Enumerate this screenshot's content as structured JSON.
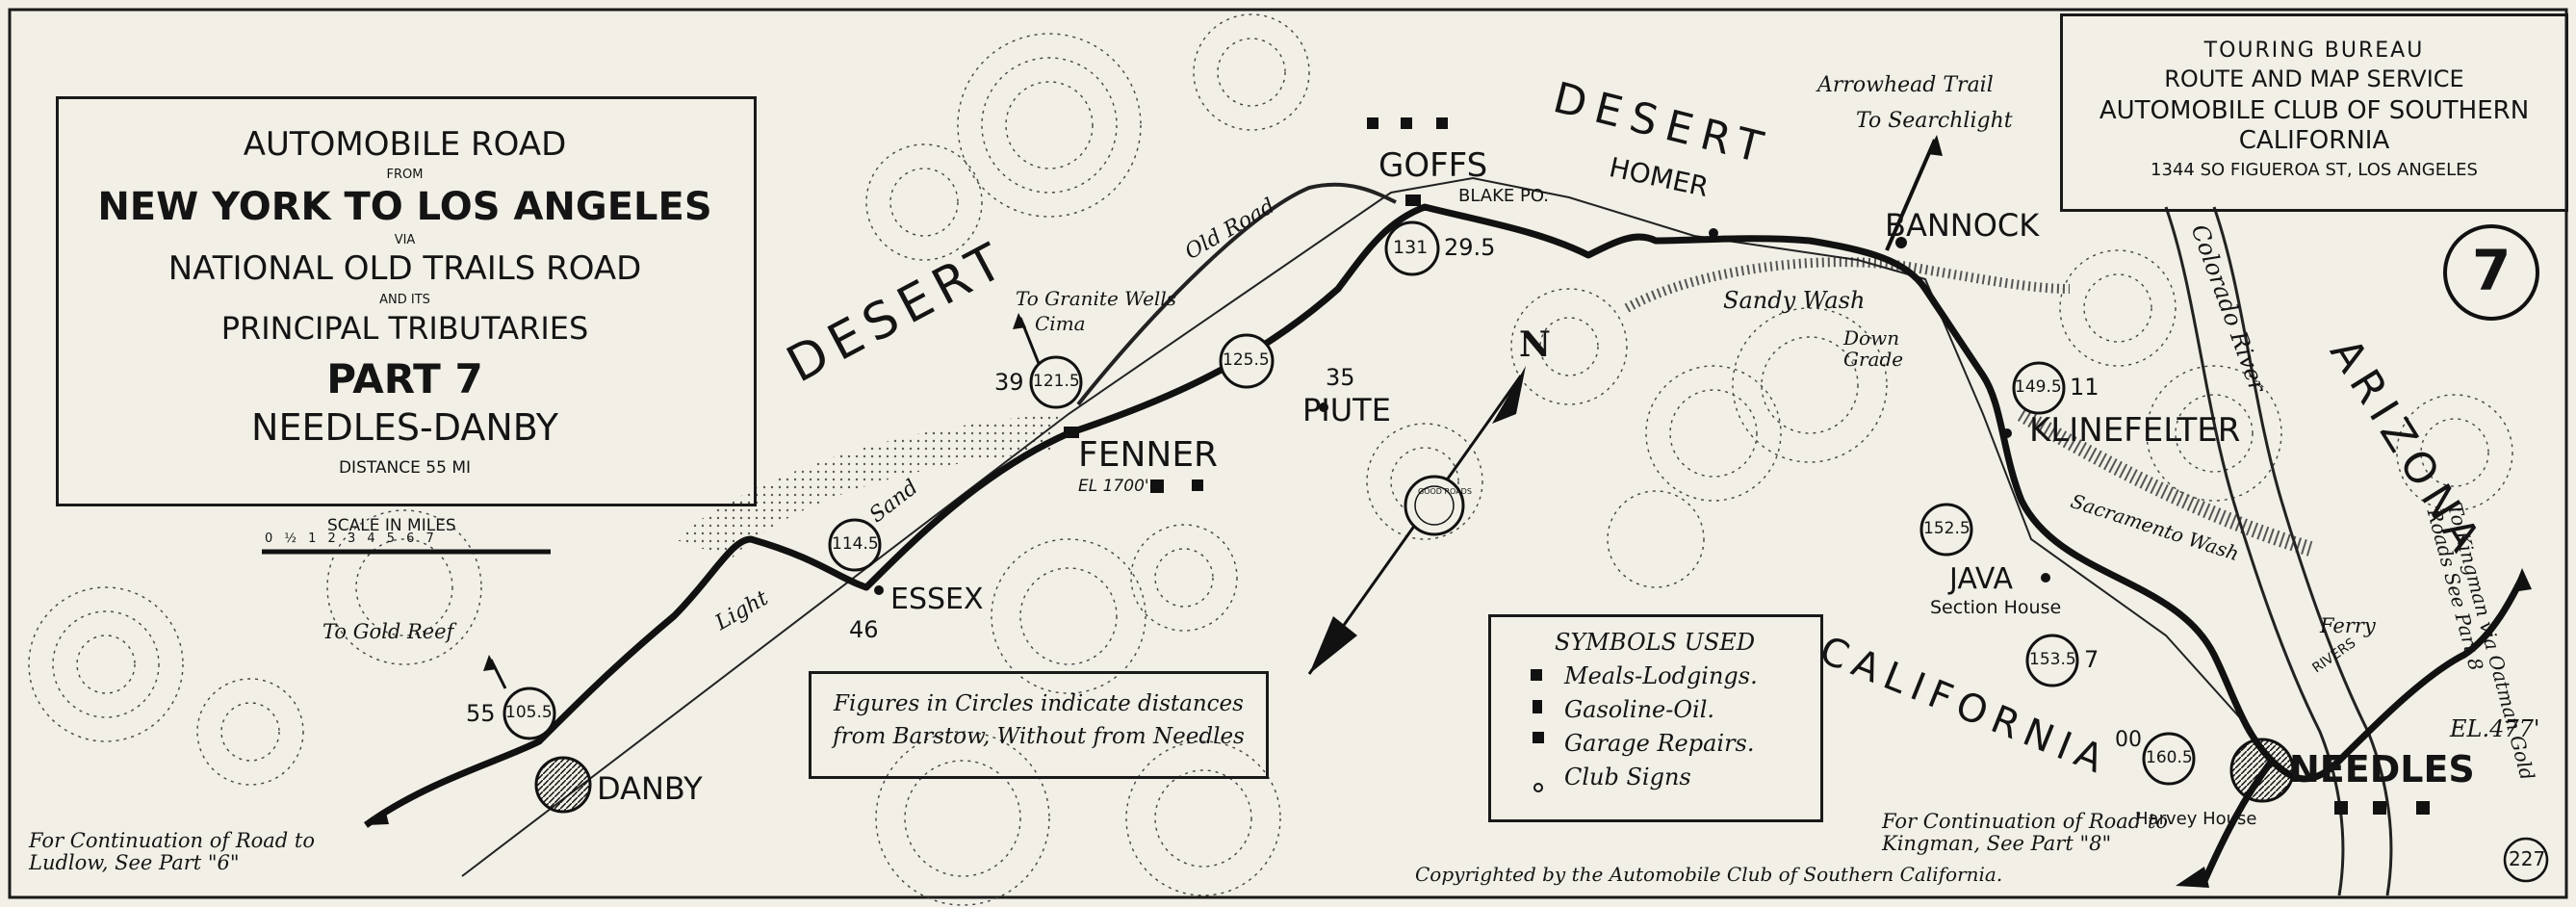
{
  "title_block": {
    "line1": "AUTOMOBILE ROAD",
    "from": "FROM",
    "route": "NEW YORK TO LOS ANGELES",
    "via": "VIA",
    "road": "NATIONAL OLD TRAILS ROAD",
    "and_its": "AND ITS",
    "tributaries": "PRINCIPAL TRIBUTARIES",
    "part": "PART 7",
    "section": "NEEDLES-DANBY",
    "distance": "DISTANCE 55 MI"
  },
  "publisher": {
    "line1": "TOURING BUREAU",
    "line2": "ROUTE AND MAP SERVICE",
    "line3": "AUTOMOBILE CLUB OF SOUTHERN",
    "line4": "CALIFORNIA",
    "address": "1344 SO FIGUEROA ST, LOS ANGELES"
  },
  "part_badge": "7",
  "page_number": "227",
  "scale": {
    "label": "SCALE IN MILES",
    "ticks": "0 ½ 1 2 3 4 5 6 7"
  },
  "legend": {
    "title": "SYMBOLS USED",
    "items": [
      "Meals-Lodgings.",
      "Gasoline-Oil.",
      "Garage Repairs.",
      "Club Signs"
    ]
  },
  "note": {
    "line1": "Figures in Circles indicate distances",
    "line2": "from Barstow, Without from Needles"
  },
  "continuations": {
    "ludlow": "For Continuation of Road to Ludlow, See Part \"6\"",
    "kingman": "For Continuation of Road to Kingman, See Part \"8\"",
    "oatman": "To Kingman via Oatman Gold Roads See Part 8"
  },
  "copyright": "Copyrighted      by the Automobile Club of Southern California.",
  "regions": {
    "desert_w": "DESERT",
    "desert_n": "DESERT",
    "california": "CALIFORNIA",
    "arizona": "ARIZONA"
  },
  "features": {
    "arrowhead": "Arrowhead Trail",
    "searchlight": "To Searchlight",
    "granite_wells": "To Granite Wells",
    "cima": "Cima",
    "gold_reef": "To Gold Reef",
    "old_road": "Old Road",
    "light": "Light",
    "sand": "Sand",
    "sandy_wash": "Sandy Wash",
    "down_grade": "Down Grade",
    "sacramento_wash": "Sacramento Wash",
    "colorado_river": "Colorado River",
    "ferry": "Ferry",
    "rivers": "RIVERS",
    "section_house": "Section House",
    "harvey_house": "Harvey House",
    "blake": "BLAKE PO.",
    "north": "N",
    "compass": "GOOD ROADS"
  },
  "places": [
    {
      "name": "GOFFS"
    },
    {
      "name": "HOMER"
    },
    {
      "name": "BANNOCK"
    },
    {
      "name": "KLINEFELTER"
    },
    {
      "name": "JAVA"
    },
    {
      "name": "NEEDLES"
    },
    {
      "name": "FENNER"
    },
    {
      "name": "PIUTE"
    },
    {
      "name": "ESSEX"
    },
    {
      "name": "DANBY"
    }
  ],
  "fenner_elevation": "EL 1700'",
  "needles_elevation": "EL.477'",
  "mileage": [
    {
      "circle": "131",
      "plain": "29.5"
    },
    {
      "circle": "125.5",
      "plain": "35"
    },
    {
      "circle": "121.5",
      "plain": "39"
    },
    {
      "circle": "114.5",
      "plain": "46"
    },
    {
      "circle": "105.5",
      "plain": "55"
    },
    {
      "circle": "149.5",
      "plain": "11"
    },
    {
      "circle": "152.5",
      "plain": ""
    },
    {
      "circle": "153.5",
      "plain": "7"
    },
    {
      "circle": "160.5",
      "plain": "00"
    }
  ],
  "colors": {
    "paper": "#f1efe6",
    "ink": "#141414"
  }
}
